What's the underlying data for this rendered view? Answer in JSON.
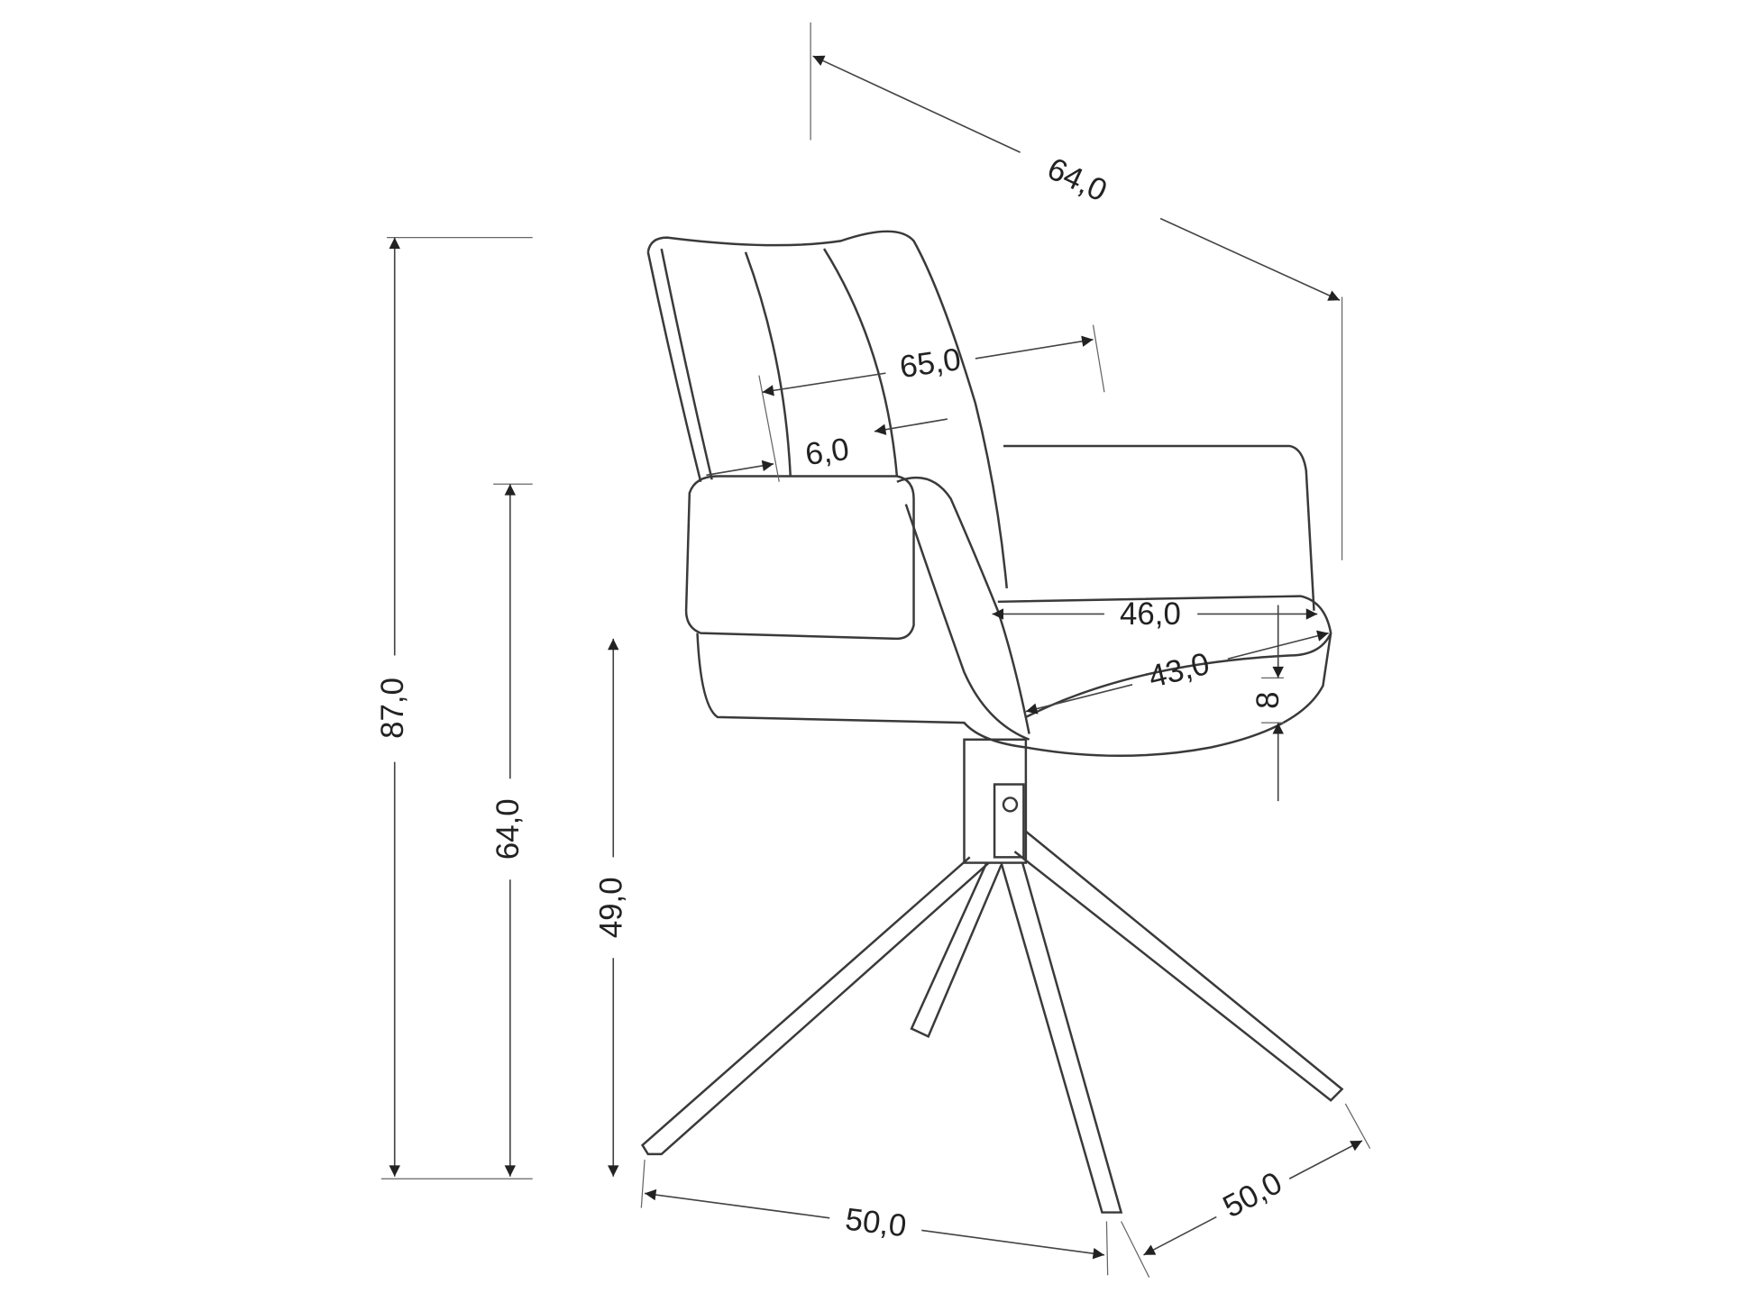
{
  "title": "Chair dimension drawing",
  "dimensions": {
    "overall_depth": "64,0",
    "total_height": "87,0",
    "armrest_height": "64,0",
    "seat_height": "49,0",
    "backrest_width": "65,0",
    "armrest_width": "6,0",
    "seat_depth": "46,0",
    "seat_width": "43,0",
    "seat_thickness": "8",
    "base_width": "50,0",
    "base_depth": "50,0"
  },
  "colors": {
    "line": "#3a3a3a",
    "background": "#ffffff"
  }
}
